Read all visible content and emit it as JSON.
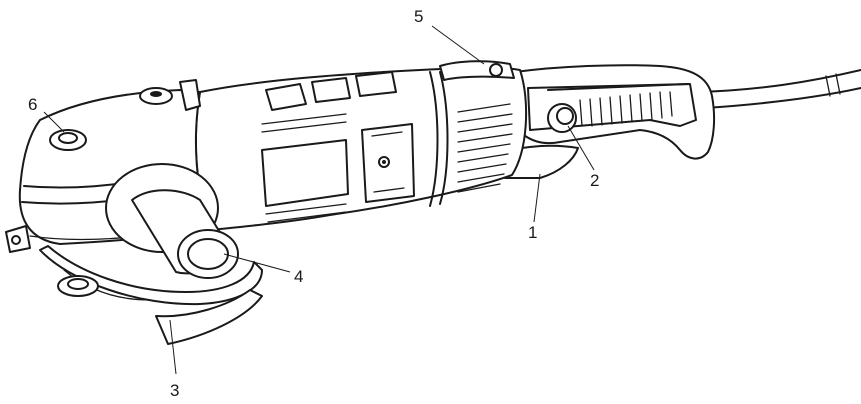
{
  "figure": {
    "subject": "angle-grinder",
    "callouts": [
      {
        "id": "1",
        "label": "1"
      },
      {
        "id": "2",
        "label": "2"
      },
      {
        "id": "3",
        "label": "3"
      },
      {
        "id": "4",
        "label": "4"
      },
      {
        "id": "5",
        "label": "5"
      },
      {
        "id": "6",
        "label": "6"
      }
    ]
  }
}
